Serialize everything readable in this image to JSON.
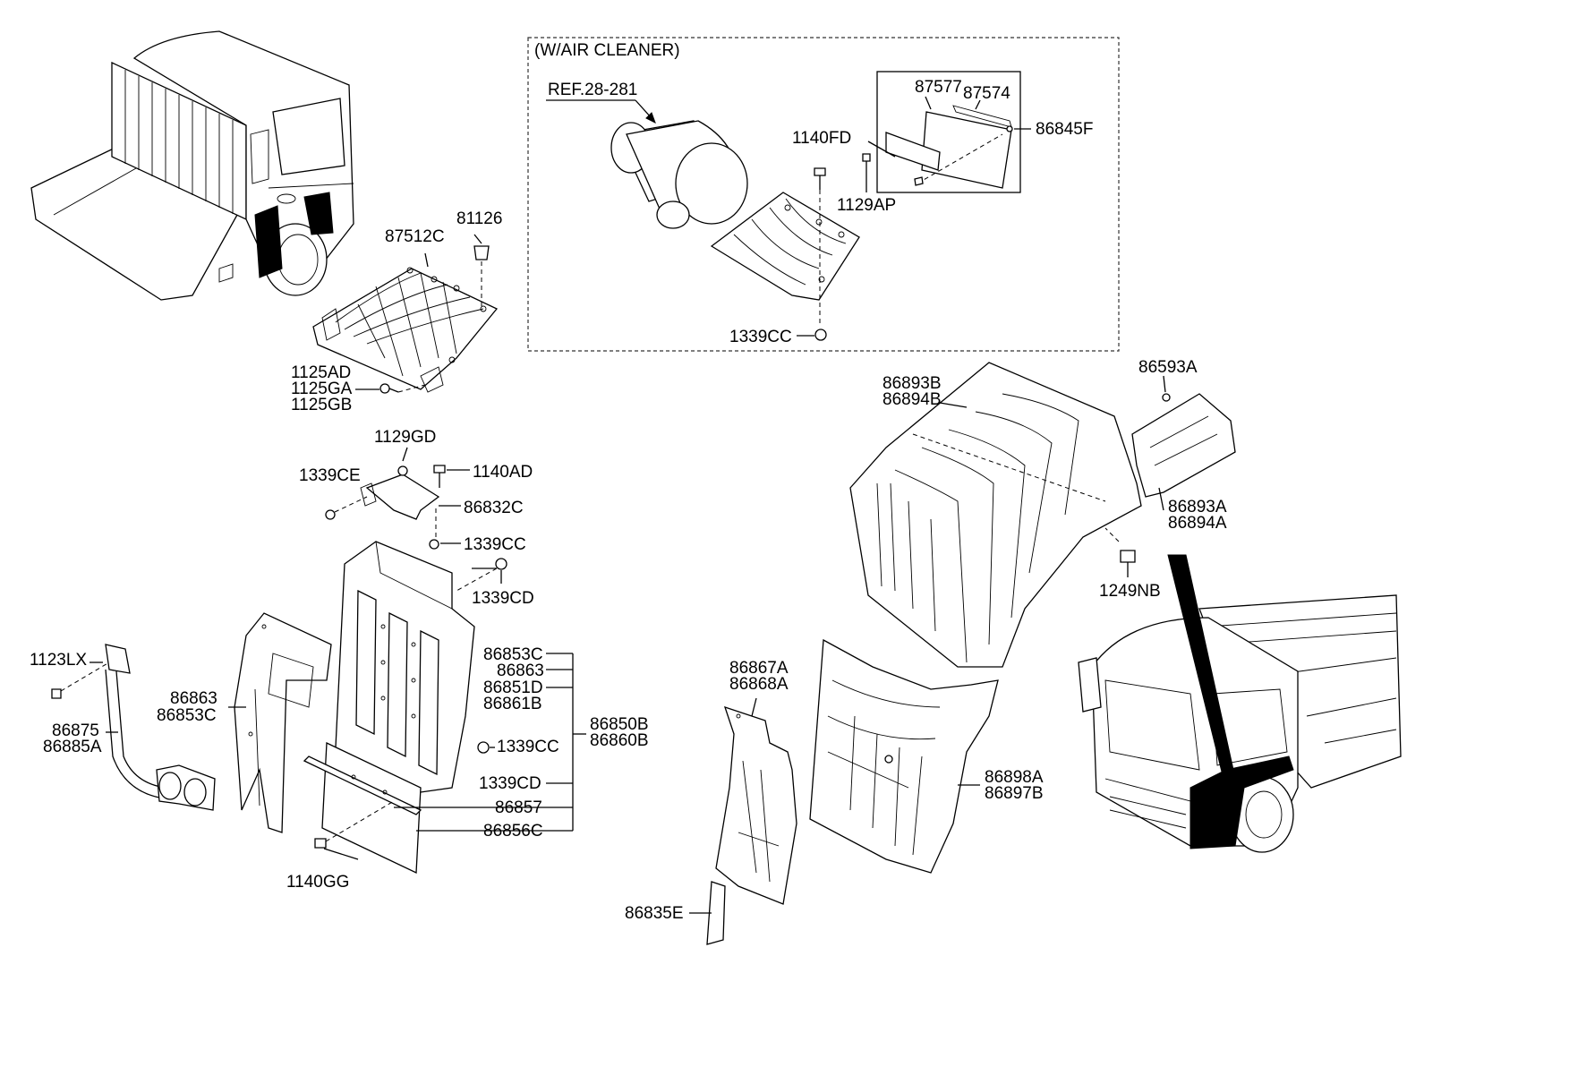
{
  "diagram": {
    "callout_title": "(W/AIR CLEANER)",
    "labels": {
      "ref_28_281": "REF.28-281",
      "l1140FD": "1140FD",
      "l87577": "87577",
      "l87574": "87574",
      "l86845F": "86845F",
      "l1129AP": "1129AP",
      "l1339CC_top": "1339CC",
      "l87512C": "87512C",
      "l81126": "81126",
      "l1125AD": "1125AD",
      "l1125GA": "1125GA",
      "l1125GB": "1125GB",
      "l1129GD": "1129GD",
      "l1339CE": "1339CE",
      "l1140AD": "1140AD",
      "l86832C": "86832C",
      "l1339CC_mid": "1339CC",
      "l1339CD_top": "1339CD",
      "l86853C_a": "86853C",
      "l86863_a": "86863",
      "l86851D": "86851D",
      "l86861B": "86861B",
      "l86850B": "86850B",
      "l86860B": "86860B",
      "l1339CC_low": "1339CC",
      "l1339CD_low": "1339CD",
      "l86857": "86857",
      "l86856C": "86856C",
      "l1140GG": "1140GG",
      "l86863_b": "86863",
      "l86853C_b": "86853C",
      "l1123LX": "1123LX",
      "l86875": "86875",
      "l86885A": "86885A",
      "l86893B": "86893B",
      "l86894B": "86894B",
      "l86593A": "86593A",
      "l86893A": "86893A",
      "l86894A": "86894A",
      "l1249NB": "1249NB",
      "l86867A": "86867A",
      "l86868A": "86868A",
      "l86898A": "86898A",
      "l86897B": "86897B",
      "l86835E": "86835E"
    }
  }
}
